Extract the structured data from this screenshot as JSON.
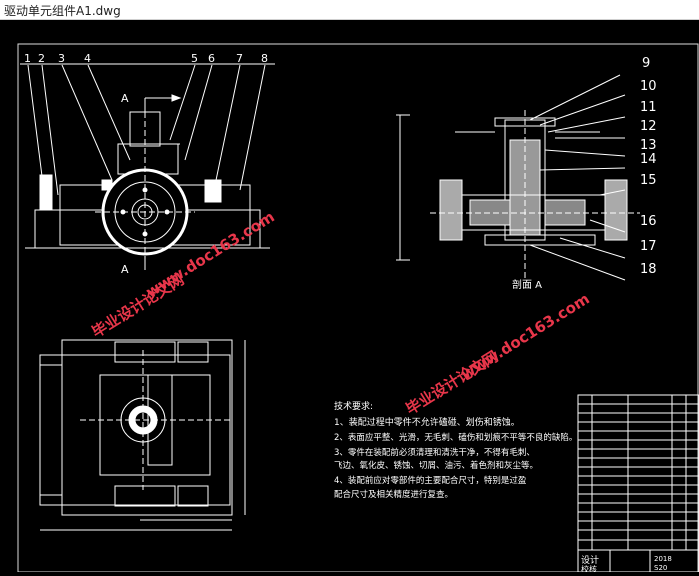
{
  "window": {
    "title": "驱动单元组件A1.dwg"
  },
  "callouts_left": [
    "1",
    "2",
    "3",
    "4",
    "5",
    "6",
    "7",
    "8"
  ],
  "callouts_right": [
    "9",
    "10",
    "11",
    "12",
    "13",
    "14",
    "15",
    "16",
    "17",
    "18"
  ],
  "views": {
    "label_a_top": "A",
    "label_a_bottom": "A",
    "section_label": "剖面 A",
    "watermark_1": "www.doc163.com",
    "watermark_2": "毕业设计论文网",
    "watermark_3": "毕业设计论文网",
    "watermark_4": "www.doc163.com"
  },
  "notes": {
    "title": "技术要求:",
    "lines": [
      "1、装配过程中零件不允许磕碰、划伤和锈蚀。",
      "2、表面应平整、光滑，无毛刺、磕伤和划痕不平等不良的缺陷。",
      "3、零件在装配前必须清理和清洗干净，不得有毛刺、",
      "飞边、氧化皮、锈蚀、切屑、油污、着色剂和灰尘等。",
      "4、装配前应对零部件的主要配合尺寸，特别是过盈",
      "配合尺寸及相关精度进行复查。"
    ]
  },
  "title_block": {
    "label_design": "设计",
    "label_check": "校核",
    "code": "2018",
    "subcode": "S20"
  }
}
